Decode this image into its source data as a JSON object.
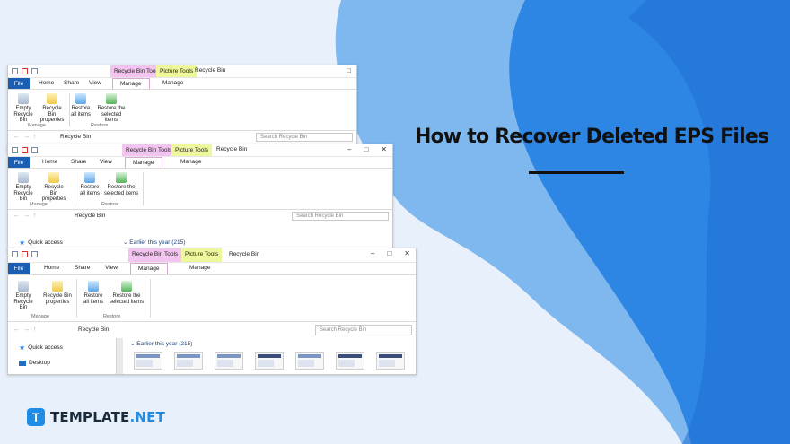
{
  "heading": {
    "title": "How to Recover Deleted EPS Files"
  },
  "brand": {
    "badge": "T",
    "name": "TEMPLATE",
    "suffix": ".NET"
  },
  "colors": {
    "accent": "#1f8ce6",
    "blob_light": "#7fb8ee",
    "blob_dark": "#2e86e4",
    "ribbon_file_tab": "#1a5fb4",
    "ctx_pink": "#f3c4ef",
    "ctx_yellow": "#eef79b"
  },
  "explorer": {
    "context_tabs": {
      "recycle_bin_tools": "Recycle Bin Tools",
      "picture_tools": "Picture Tools"
    },
    "window_title": "Recycle Bin",
    "tabs": {
      "file": "File",
      "home": "Home",
      "share": "Share",
      "view": "View",
      "manage": "Manage",
      "manage2": "Manage"
    },
    "ribbon": {
      "empty_l1": "Empty",
      "empty_l2": "Recycle Bin",
      "props_l1": "Recycle Bin",
      "props_l2": "properties",
      "restore_all_l1": "Restore",
      "restore_all_l2": "all items",
      "restore_sel_l1": "Restore the",
      "restore_sel_l2": "selected items",
      "group_manage": "Manage",
      "group_restore": "Restore"
    },
    "address": {
      "path": "Recycle Bin",
      "search_placeholder": "Search Recycle Bin"
    },
    "nav": {
      "quick_access": "Quick access",
      "desktop": "Desktop"
    },
    "group_header": "Earlier this year (215)"
  }
}
